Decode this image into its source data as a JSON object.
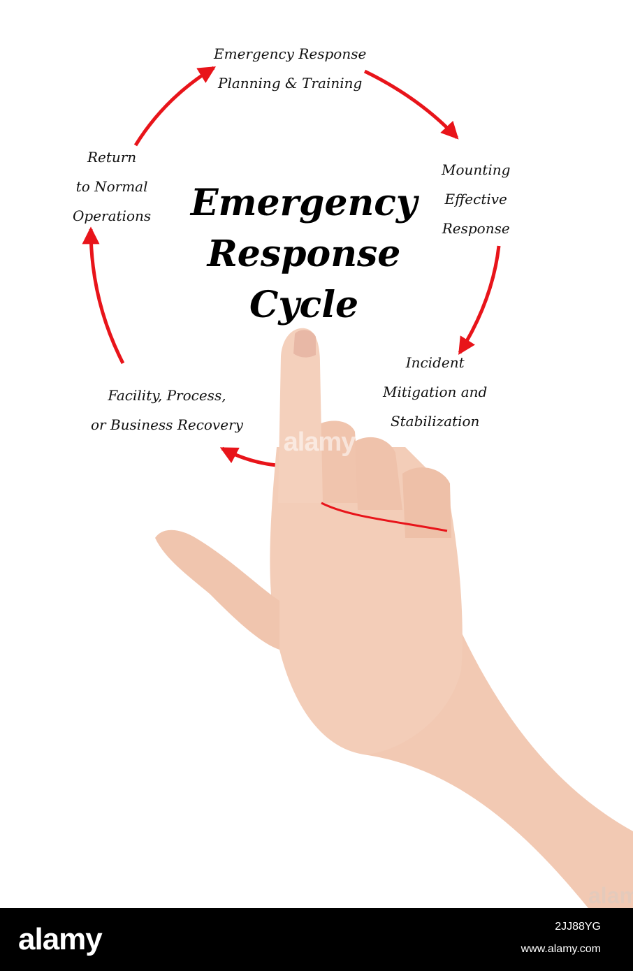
{
  "diagram": {
    "title_lines": [
      "Emergency",
      "Response",
      "Cycle"
    ],
    "steps": [
      {
        "lines": [
          "Emergency Response",
          "Planning & Training"
        ]
      },
      {
        "lines": [
          "Mounting",
          "Effective",
          "Response"
        ]
      },
      {
        "lines": [
          "Incident",
          "Mitigation and",
          "Stabilization"
        ]
      },
      {
        "lines": [
          "Facility, Process,",
          "or Business Recovery"
        ]
      },
      {
        "lines": [
          "Return",
          "to Normal",
          "Operations"
        ]
      }
    ],
    "arrow_color": "#e8141a"
  },
  "watermarks": {
    "center": "alamy",
    "corner": "alamy"
  },
  "footer": {
    "brand": "alamy",
    "image_id": "2JJ88YG",
    "site": "www.alamy.com",
    "background": "#000000",
    "text_color": "#ffffff"
  }
}
